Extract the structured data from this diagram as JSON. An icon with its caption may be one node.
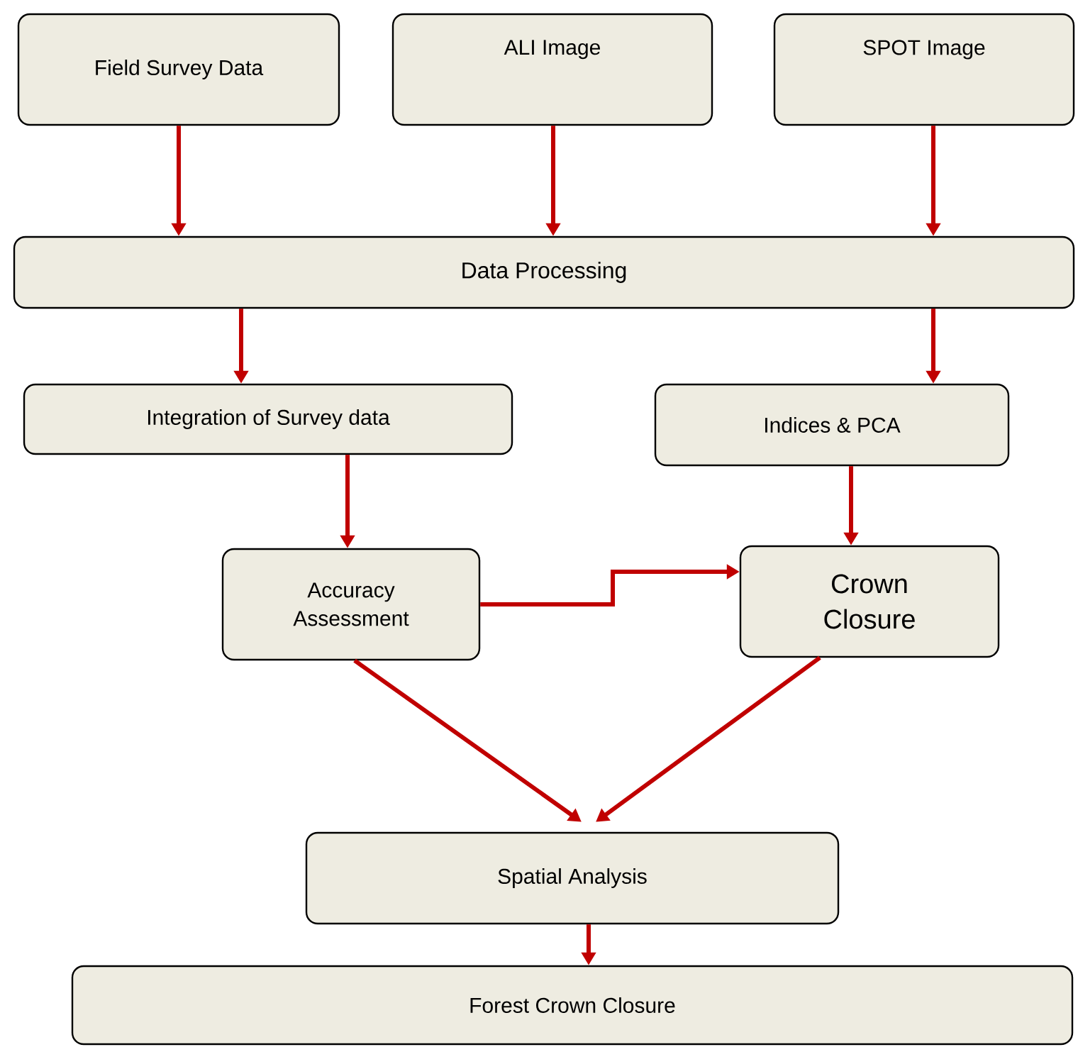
{
  "diagram": {
    "nodes": [
      {
        "text": [
          "Field Survey Data"
        ]
      },
      {
        "text": [
          "ALI Image"
        ]
      },
      {
        "text": [
          "SPOT Image"
        ]
      },
      {
        "text": [
          "Data Processing"
        ]
      },
      {
        "text": [
          "Integration of Survey data"
        ]
      },
      {
        "text": [
          "Indices & PCA"
        ]
      },
      {
        "text": [
          "Accuracy Assessment"
        ]
      },
      {
        "text": [
          "Crown Closure"
        ]
      },
      {
        "text": [
          "Spatial Analysis"
        ]
      },
      {
        "text": [
          "Forest Crown Closure"
        ]
      }
    ],
    "edges": [
      {
        "from": 0,
        "to": 3,
        "arrow": "to"
      },
      {
        "from": 1,
        "to": 3,
        "arrow": "to"
      },
      {
        "from": 2,
        "to": 3,
        "arrow": "to"
      },
      {
        "from": 3,
        "to": 4,
        "arrow": "to"
      },
      {
        "from": 3,
        "to": 5,
        "arrow": "to"
      },
      {
        "from": 4,
        "to": 6,
        "arrow": "to"
      },
      {
        "from": 5,
        "to": 7,
        "arrow": "to"
      },
      {
        "from": 6,
        "to": 7,
        "arrow": "to"
      },
      {
        "from": 6,
        "to": 8,
        "arrow": "to"
      },
      {
        "from": 7,
        "to": 8,
        "arrow": "to"
      },
      {
        "from": 8,
        "to": 9,
        "arrow": "to"
      }
    ]
  }
}
